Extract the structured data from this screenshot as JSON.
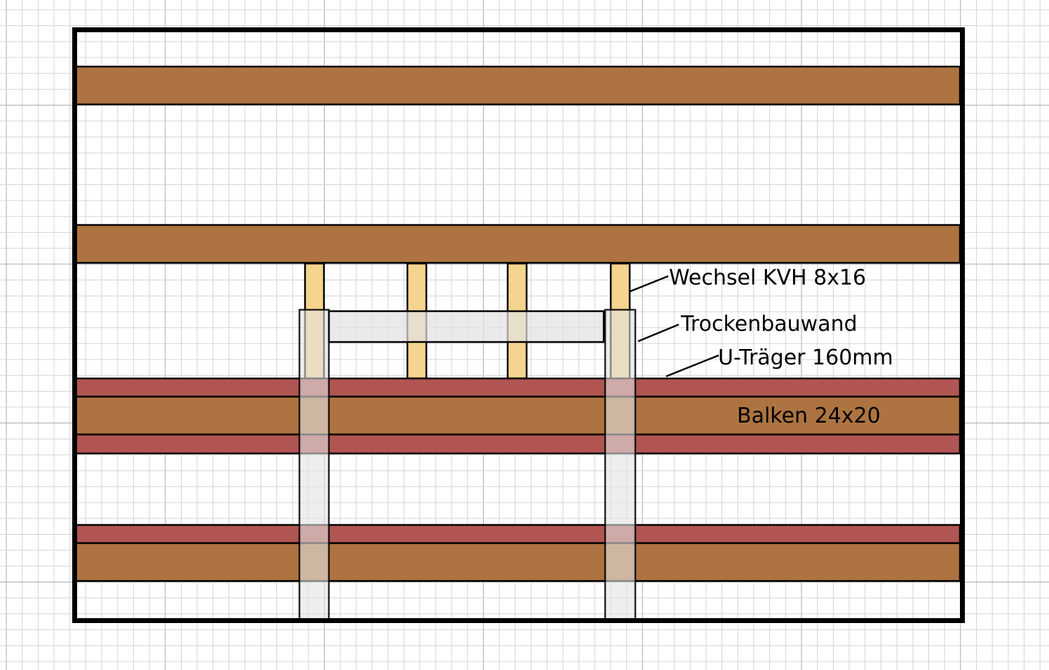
{
  "diagram": {
    "title": "Floor framing plan",
    "colors": {
      "background": "#ffffff",
      "grid_minor": "#d4d4d4",
      "grid_major": "#a8a8a8",
      "frame": "#000000",
      "beam": "#ad7441",
      "u_beam": "#b05552",
      "trimmer": "#f5d48f",
      "drywall": "#e6e6e6",
      "outline": "#000000"
    },
    "labels": {
      "trimmer": "Wechsel KVH 8x16",
      "drywall": "Trockenbauwand",
      "u_beam": "U-Träger 160mm",
      "beam": "Balken 24x20"
    },
    "legend_items": [
      {
        "key": "trimmer",
        "name": "Wechsel KVH 8x16",
        "icon": "trimmer-swatch"
      },
      {
        "key": "drywall",
        "name": "Trockenbauwand",
        "icon": "drywall-swatch"
      },
      {
        "key": "u_beam",
        "name": "U-Träger 160mm",
        "icon": "u-beam-swatch"
      },
      {
        "key": "beam",
        "name": "Balken 24x20",
        "icon": "beam-swatch"
      }
    ]
  }
}
